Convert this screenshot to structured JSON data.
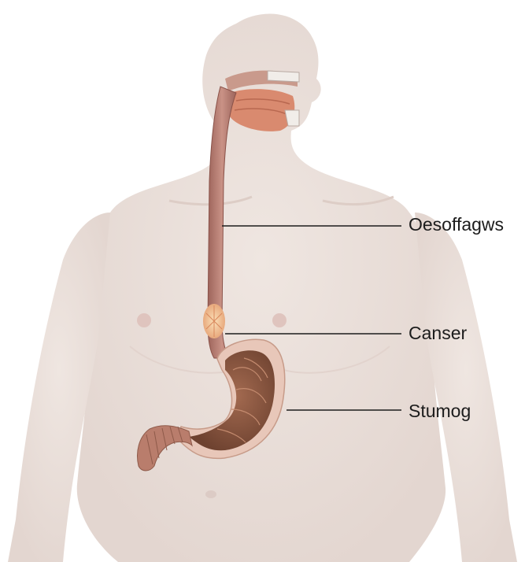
{
  "labels": {
    "oesophagus": "Oesoffagws",
    "cancer": "Canser",
    "stomach": "Stumog"
  },
  "colors": {
    "skin": "#ece2dd",
    "skin_shadow": "#e0d2cc",
    "oesophagus": "#b57e74",
    "stomach_lining": "#8e5a44",
    "stomach_wall": "#e8c7b9",
    "muscle": "#d98a6f",
    "tumour": "#f2c49a",
    "leader_line": "#1c1c1c"
  }
}
